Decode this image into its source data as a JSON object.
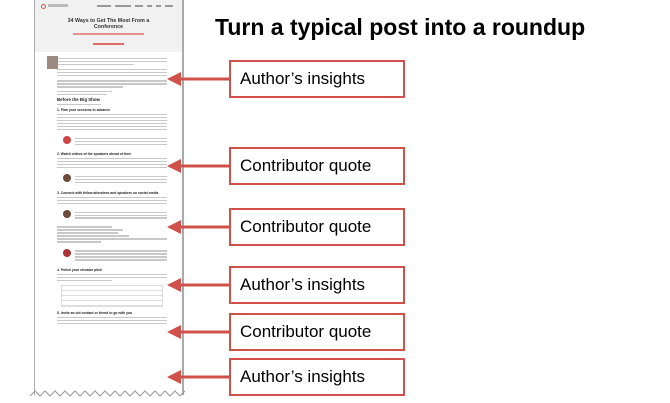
{
  "slide_title": "Turn a typical post into a roundup",
  "post": {
    "title": "34 Ways to Get The Most From a Conference",
    "section": "Before the Big Show",
    "headings": [
      "1. Plan your sessions in advance",
      "2. Watch videos of the speakers ahead of time",
      "3. Connect with fellow attendees and speakers on social media",
      "4. Polish your elevator pitch",
      "5. Invite an old contact or friend to go with you"
    ]
  },
  "callouts": [
    {
      "label": "Author’s insights"
    },
    {
      "label": "Contributor quote"
    },
    {
      "label": "Contributor quote"
    },
    {
      "label": "Author’s insights"
    },
    {
      "label": "Contributor quote"
    },
    {
      "label": "Author’s insights"
    }
  ],
  "colors": {
    "accent": "#d0504a",
    "page_border": "#aaaaaa"
  }
}
